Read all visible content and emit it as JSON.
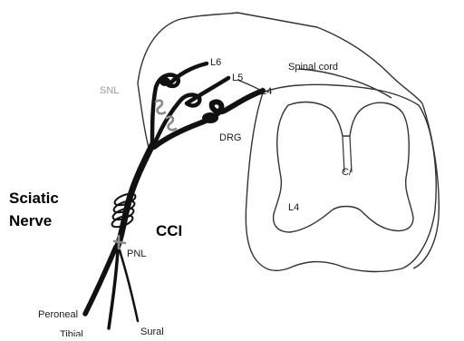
{
  "diagram": {
    "labels": {
      "spinal_cord": "Spinal cord",
      "l6": "L6",
      "l5": "L5",
      "l4_root": "L4",
      "snl": "SNL",
      "drg": "DRG",
      "sciatic_line1": "Sciatic",
      "sciatic_line2": "Nerve",
      "cci": "CCI",
      "pnl": "PNL",
      "l4_segment": "L4",
      "peroneal": "Peroneal",
      "tibial": "Tibial",
      "sural": "Sural",
      "central_canal": "C/"
    },
    "colors": {
      "nerve": "#111111",
      "outline": "#333333",
      "ligature": "#8c8c8c",
      "background": "#ffffff"
    }
  }
}
